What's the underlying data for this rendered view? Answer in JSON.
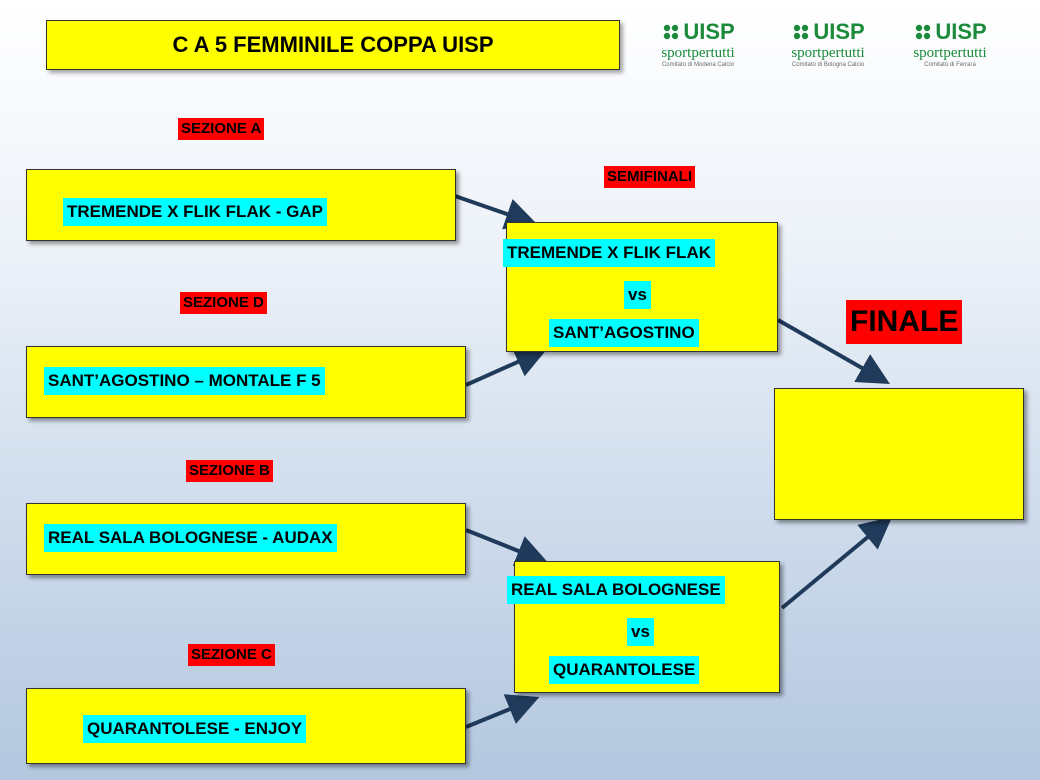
{
  "title": "C A 5 FEMMINILE COPPA UISP",
  "logos": [
    {
      "brand": "UISP",
      "tagline": "sportpertutti",
      "detail": "Comitato di Modena Calcio",
      "icon": "uisp-logo-icon"
    },
    {
      "brand": "UISP",
      "tagline": "sportpertutti",
      "detail": "Comitato di Bologna Calcio",
      "icon": "uisp-logo-icon"
    },
    {
      "brand": "UISP",
      "tagline": "sportpertutti",
      "detail": "Comitato di Ferrara",
      "icon": "uisp-logo-icon"
    }
  ],
  "sections": {
    "a": {
      "label": "SEZIONE A",
      "match": "TREMENDE X FLIK FLAK - GAP"
    },
    "d": {
      "label": "SEZIONE D",
      "match": "SANT’AGOSTINO – MONTALE F 5"
    },
    "b": {
      "label": "SEZIONE B",
      "match": "REAL SALA BOLOGNESE - AUDAX"
    },
    "c": {
      "label": "SEZIONE C",
      "match": "QUARANTOLESE - ENJOY"
    }
  },
  "semifinals": {
    "label": "SEMIFINALI",
    "top": {
      "team1": "TREMENDE X FLIK FLAK",
      "vs": "vs",
      "team2": "SANT’AGOSTINO"
    },
    "bottom": {
      "team1": "REAL SALA BOLOGNESE",
      "vs": "vs",
      "team2": "QUARANTOLESE"
    }
  },
  "final": {
    "label": "FINALE",
    "result": ""
  },
  "colors": {
    "box": "#ffff00",
    "highlight": "#00ffff",
    "section_label": "#ff0000",
    "arrow": "#1f3a5a",
    "brand": "#1b8a3a"
  }
}
